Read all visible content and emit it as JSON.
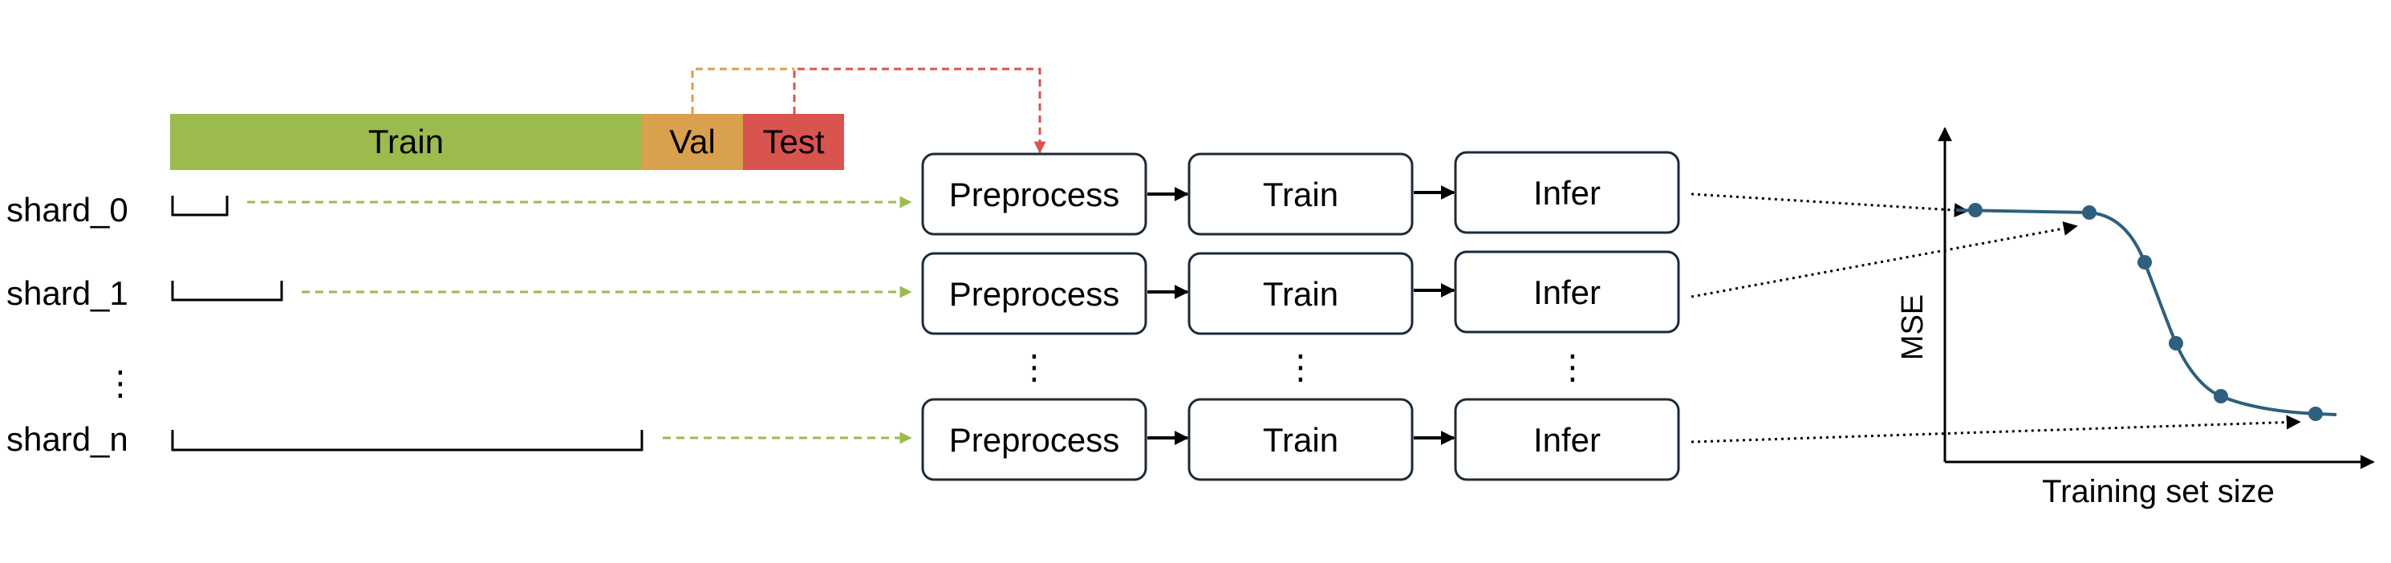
{
  "split_bar": {
    "train_label": "Train",
    "val_label": "Val",
    "test_label": "Test",
    "train_color": "#9bbb4f",
    "val_color": "#d9a04e",
    "test_color": "#d9534f"
  },
  "shards": [
    {
      "label": "shard_0"
    },
    {
      "label": "shard_1"
    },
    {
      "label": "shard_n"
    }
  ],
  "ellipsis": "⋮",
  "pipeline_rows": [
    {
      "stages": [
        "Preprocess",
        "Train",
        "Infer"
      ]
    },
    {
      "stages": [
        "Preprocess",
        "Train",
        "Infer"
      ]
    },
    {
      "stages": [
        "Preprocess",
        "Train",
        "Infer"
      ]
    }
  ],
  "chart": {
    "ylabel": "MSE",
    "xlabel": "Training set size",
    "curve_color": "#2f5f7f"
  }
}
